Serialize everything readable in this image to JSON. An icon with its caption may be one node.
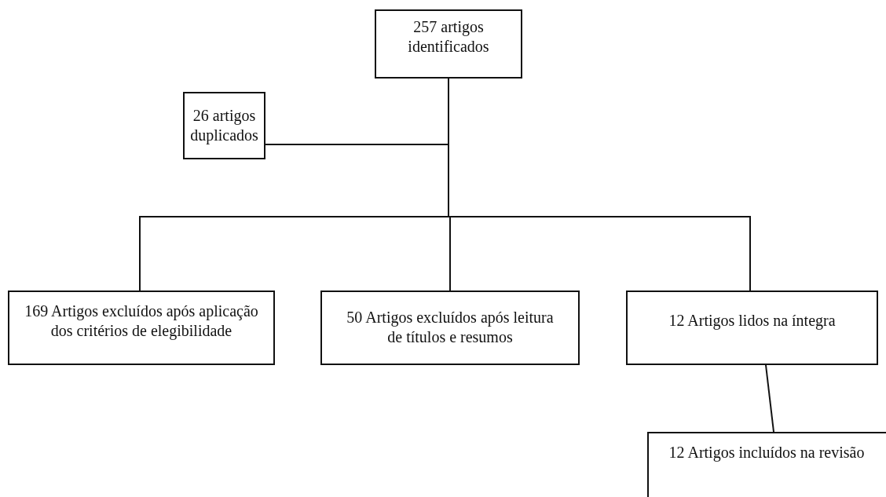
{
  "diagram": {
    "nodes": [
      {
        "text": [
          "257 artigos identificados"
        ]
      },
      {
        "text": [
          "26 artigos duplicados"
        ]
      },
      {
        "text": [
          "169 Artigos excluídos após aplicação dos critérios de elegibilidade"
        ]
      },
      {
        "text": [
          "50 Artigos excluídos após leitura de títulos e resumos"
        ]
      },
      {
        "text": [
          "12 Artigos lidos na íntegra"
        ]
      },
      {
        "text": [
          "12 Artigos incluídos na revisão"
        ]
      }
    ],
    "edges": [
      {
        "from": 0,
        "to": 1,
        "arrow": "none"
      },
      {
        "from": 0,
        "to": 2,
        "arrow": "none"
      },
      {
        "from": 0,
        "to": 3,
        "arrow": "none"
      },
      {
        "from": 0,
        "to": 4,
        "arrow": "none"
      },
      {
        "from": 4,
        "to": 5,
        "arrow": "none"
      }
    ]
  }
}
